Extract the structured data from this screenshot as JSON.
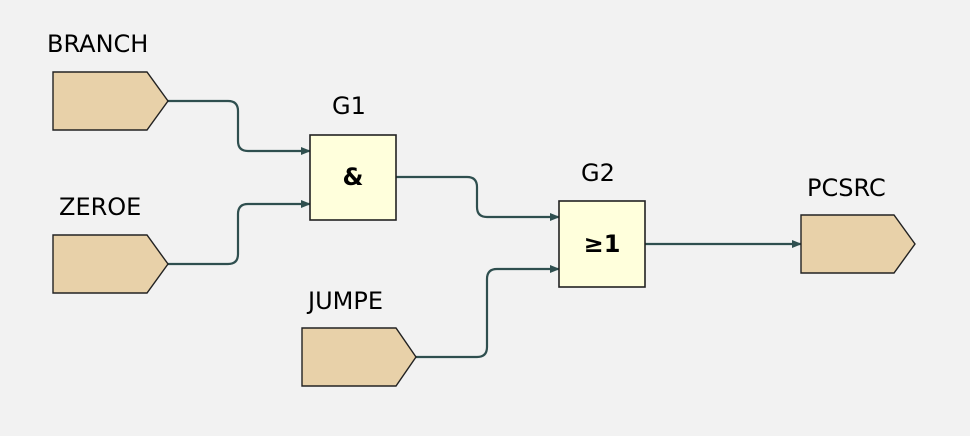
{
  "colors": {
    "background": "#f2f2f2",
    "port_fill": "#e8d1a9",
    "gate_fill": "#ffffdc",
    "wire": "#2f4f4f"
  },
  "inputs": {
    "branch": "BRANCH",
    "zeroe": "ZEROE",
    "jumpe": "JUMPE"
  },
  "outputs": {
    "pcsrc": "PCSRC"
  },
  "gates": {
    "g1": {
      "name": "G1",
      "symbol": "&"
    },
    "g2": {
      "name": "G2",
      "symbol": "≥1"
    }
  }
}
